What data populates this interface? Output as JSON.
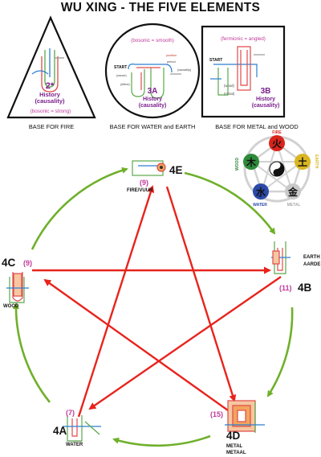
{
  "title": "WU XING - THE FIVE ELEMENTS",
  "bases": [
    {
      "id": "2*",
      "line1": "History",
      "line2": "(causality)",
      "note": "(bosonic = strong)",
      "caption": "BASE FOR FIRE"
    },
    {
      "id": "3A",
      "line1": "History",
      "line2": "(causality)",
      "note": "(bosonic = smooth)",
      "caption": "BASE FOR WATER and EARTH",
      "start": "START"
    },
    {
      "id": "3B",
      "line1": "History",
      "line2": "(causality)",
      "note": "(fermionic = angled)",
      "caption": "BASE FOR METAL and WOOD",
      "start": "START",
      "wood": "(wood)",
      "metal": "(metal)"
    }
  ],
  "mini_labels": {
    "position": "position",
    "period": "period",
    "cause": "(cause)",
    "causality": "(causality)",
    "effect": "(effect)"
  },
  "nodes": [
    {
      "code": "4E",
      "num": "(9)",
      "name": "FIRE/VUUR"
    },
    {
      "code": "4B",
      "num": "(11)",
      "name": "EARTH",
      "name2": "AARDE"
    },
    {
      "code": "4D",
      "num": "(15)",
      "name": "METAL",
      "name2": "METAAL"
    },
    {
      "code": "4A",
      "num": "(7)",
      "name": "WATER"
    },
    {
      "code": "4C",
      "num": "(9)",
      "name": "WOOD"
    }
  ],
  "emblem": {
    "fire_char": "火",
    "fire": "FIRE",
    "earth_char": "土",
    "earth": "EARTH",
    "metal_char": "金",
    "metal": "METAL",
    "water_char": "水",
    "water": "WATER",
    "wood_char": "木",
    "wood": "WOOD",
    "colors": {
      "fire": "#d9241c",
      "earth": "#d9b521",
      "metal": "#c9c9c9",
      "water": "#2c4aa8",
      "wood": "#2e8a3a"
    }
  },
  "colors": {
    "generating": "#6fb02a",
    "controlling": "#e8231c",
    "accent": "#c0399a",
    "title_purple": "#7a1f8c"
  }
}
